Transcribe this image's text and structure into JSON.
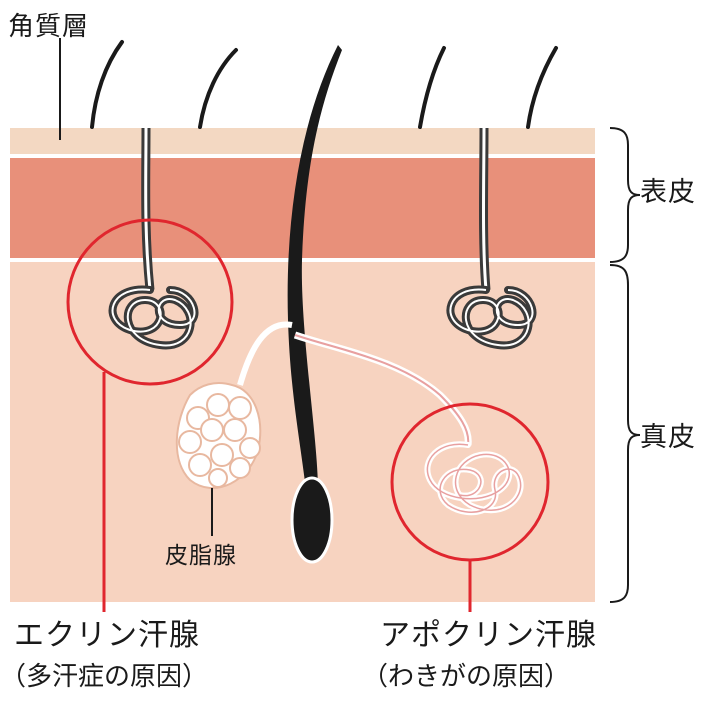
{
  "labels": {
    "stratum_corneum": "角質層",
    "epidermis": "表皮",
    "dermis": "真皮",
    "sebaceous_gland": "皮脂腺",
    "eccrine_gland": "エクリン汗腺",
    "eccrine_note": "（多汗症の原因）",
    "apocrine_gland": "アポクリン汗腺",
    "apocrine_note": "（わきがの原因）"
  },
  "colors": {
    "stratum_corneum": "#f3d8c2",
    "epidermis": "#e8907a",
    "dermis": "#f7d3c0",
    "highlight": "#e0262e",
    "hair": "#1a1a1a",
    "gland_coil": "#3a3a3a"
  }
}
